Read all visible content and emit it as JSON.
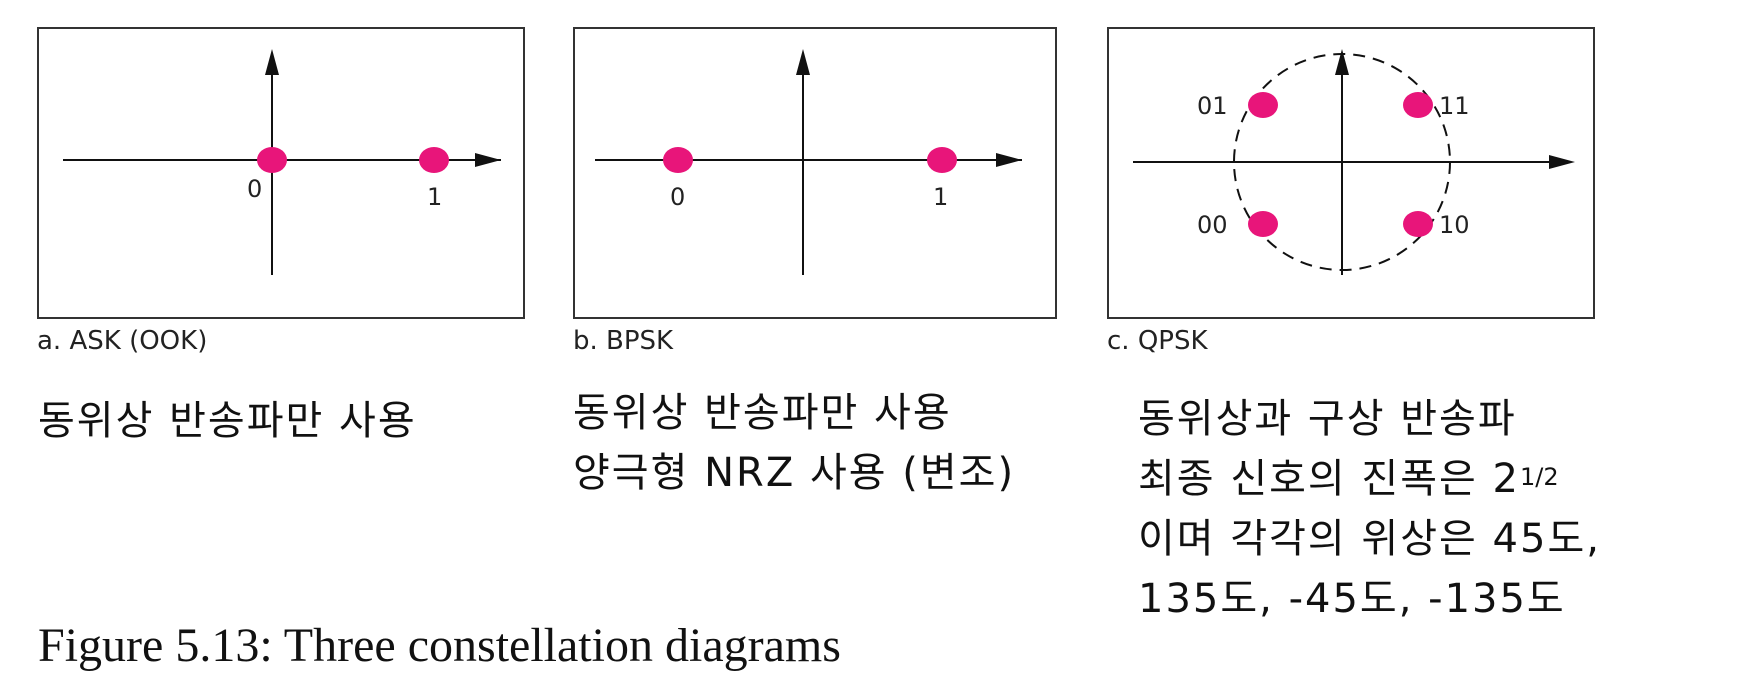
{
  "colors": {
    "point": "#e8157a",
    "axis": "#111111",
    "frame": "#333333",
    "circle": "#111111"
  },
  "diagrams": [
    {
      "caption": "a. ASK (OOK)",
      "points": [
        {
          "label": "0",
          "i": 0,
          "q": 0
        },
        {
          "label": "1",
          "i": 1,
          "q": 0
        }
      ],
      "notes": [
        "동위상 반송파만 사용"
      ]
    },
    {
      "caption": "b. BPSK",
      "points": [
        {
          "label": "0",
          "i": -1,
          "q": 0
        },
        {
          "label": "1",
          "i": 1,
          "q": 0
        }
      ],
      "notes": [
        "동위상 반송파만 사용",
        "양극형 NRZ 사용 (변조)"
      ]
    },
    {
      "caption": "c. QPSK",
      "unit_circle": true,
      "points": [
        {
          "label": "01",
          "i": -1,
          "q": 1
        },
        {
          "label": "11",
          "i": 1,
          "q": 1
        },
        {
          "label": "00",
          "i": -1,
          "q": -1
        },
        {
          "label": "10",
          "i": 1,
          "q": -1
        }
      ],
      "notes": {
        "line1": "동위상과 구상 반송파",
        "line2_text": "최종 신호의 진폭은 2",
        "line2_sup": "1/2",
        "line3": "이며 각각의 위상은 45도,",
        "line4": "135도, -45도, -135도"
      }
    }
  ],
  "figure_title": "Figure 5.13:  Three constellation diagrams"
}
